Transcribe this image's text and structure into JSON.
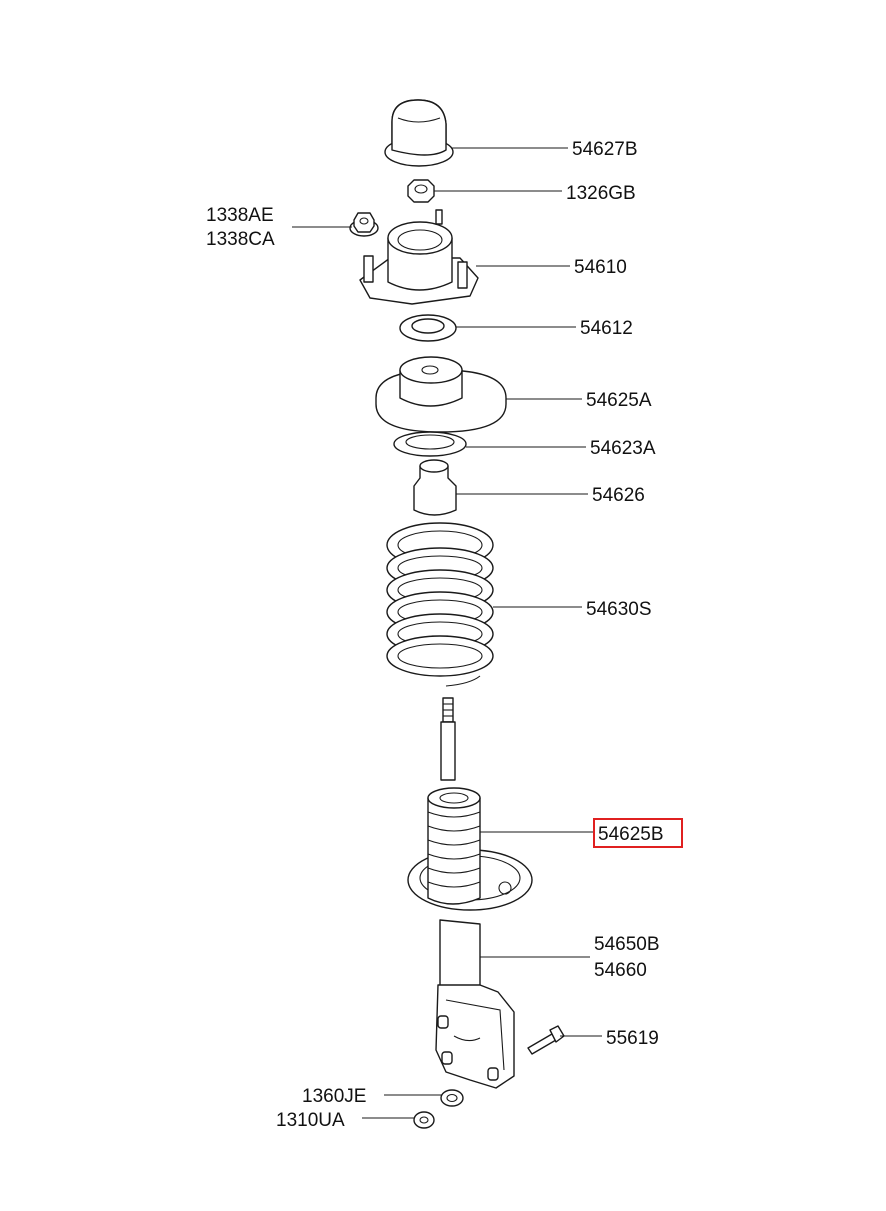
{
  "labels": {
    "p54627B": "54627B",
    "p1326GB": "1326GB",
    "p1338AE": "1338AE",
    "p1338CA": "1338CA",
    "p54610": "54610",
    "p54612": "54612",
    "p54625A": "54625A",
    "p54623A": "54623A",
    "p54626": "54626",
    "p54630S": "54630S",
    "p54625B": "54625B",
    "p54650B": "54650B",
    "p54660": "54660",
    "p55619": "55619",
    "p1360JE": "1360JE",
    "p1310UA": "1310UA"
  },
  "highlighted_part": "54625B",
  "colors": {
    "highlight": "#e02020",
    "line": "#1a1a1a",
    "background": "#ffffff"
  }
}
